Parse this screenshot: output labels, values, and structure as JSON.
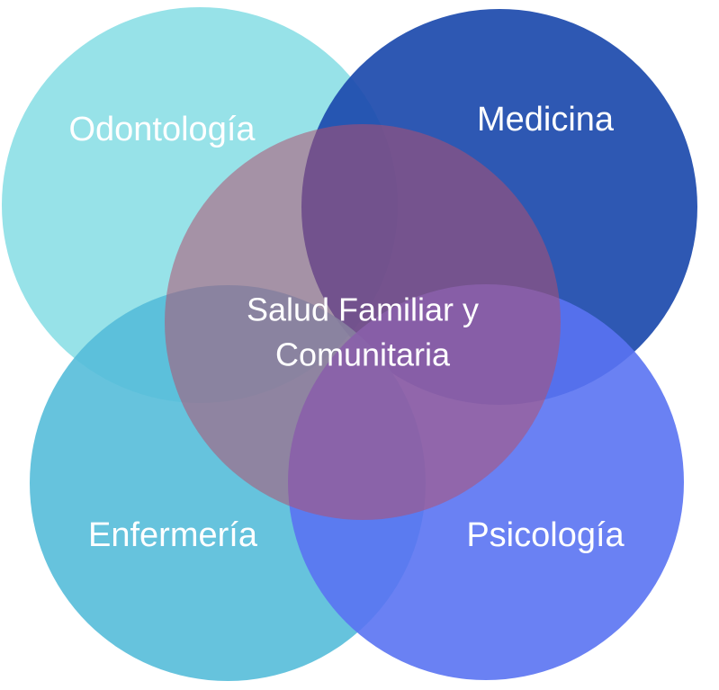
{
  "diagram": {
    "circles": {
      "top_left": {
        "label": "Odontología",
        "color": "#8fe0e6",
        "opacity": 0.93
      },
      "top_right": {
        "label": "Medicina",
        "color": "#1c4aac",
        "opacity": 0.92
      },
      "bottom_left": {
        "label": "Enfermería",
        "color": "#55bcd9",
        "opacity": 0.9
      },
      "bottom_right": {
        "label": "Psicología",
        "color": "#5a73f2",
        "opacity": 0.9
      },
      "center": {
        "label_line1": "Salud Familiar y",
        "label_line2": "Comunitaria",
        "color": "#b0506f",
        "opacity": 0.55
      }
    }
  }
}
